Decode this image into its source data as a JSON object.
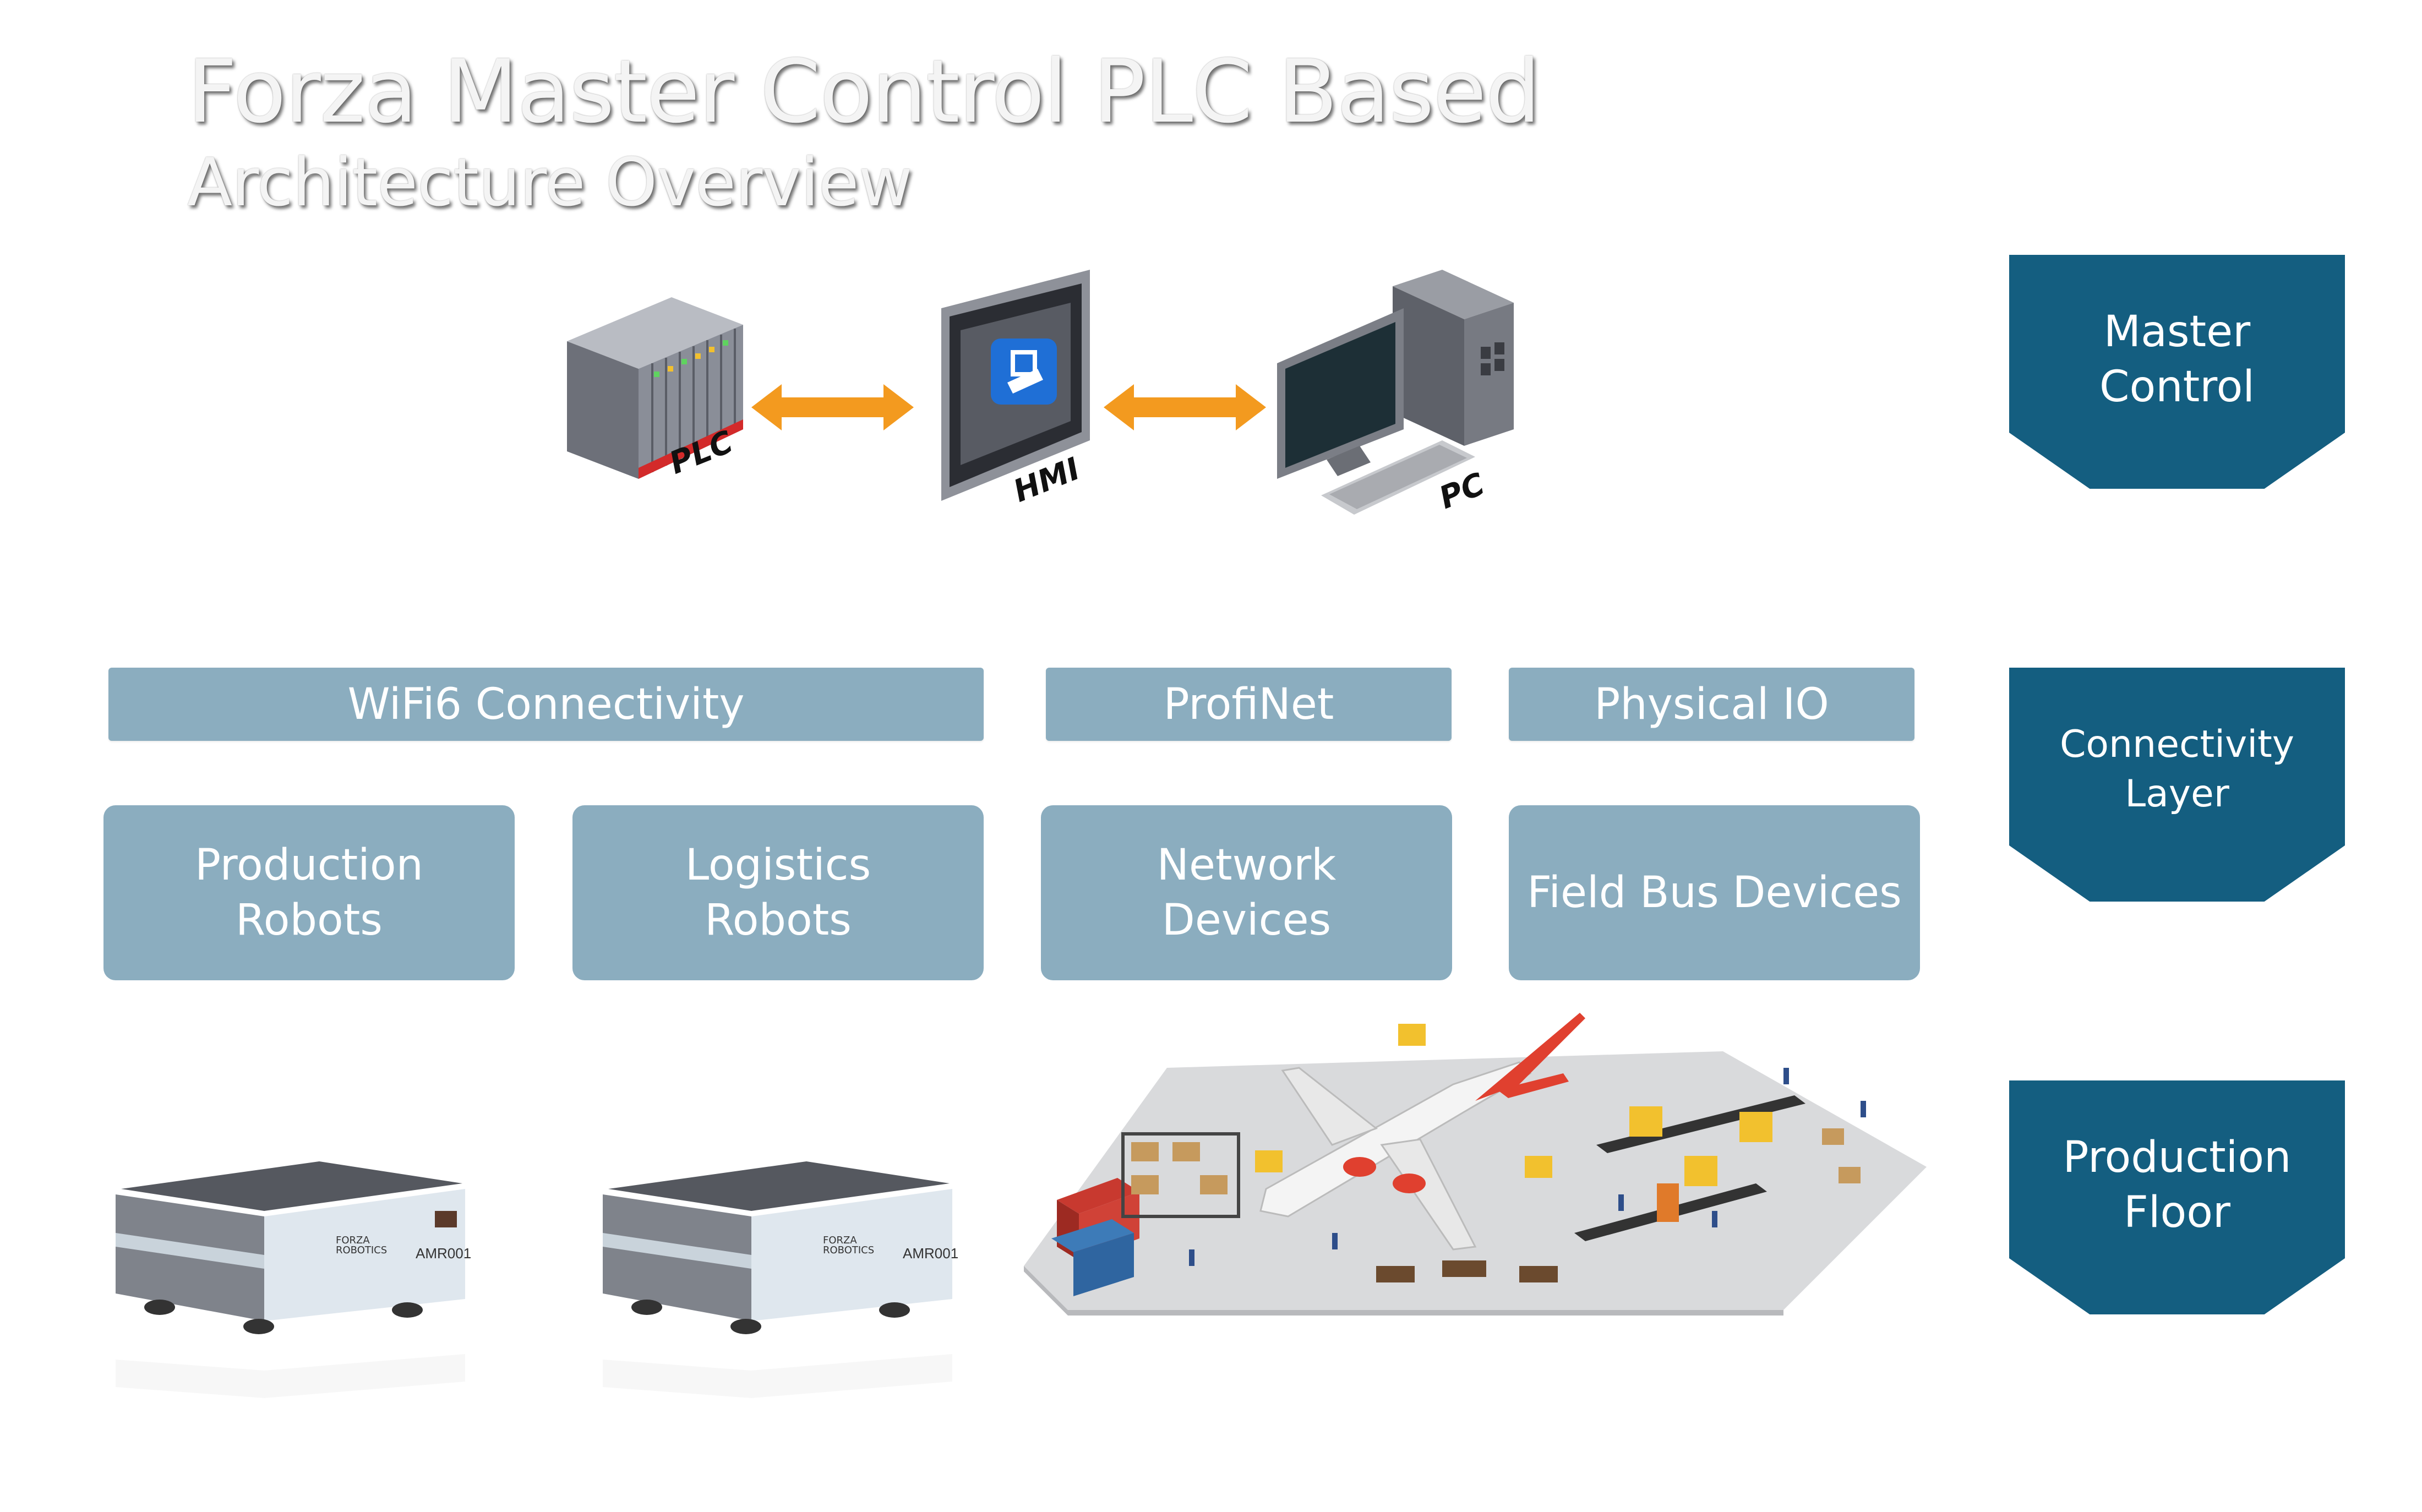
{
  "title": {
    "line1": "Forza Master Control PLC  Based",
    "line2": "Architecture Overview"
  },
  "master_devices": [
    {
      "name": "plc",
      "label": "PLC"
    },
    {
      "name": "hmi",
      "label": "HMI"
    },
    {
      "name": "pc",
      "label": "PC"
    }
  ],
  "connectivity": {
    "wifi": "WiFi6 Connectivity",
    "profinet": "ProfiNet",
    "physical_io": "Physical IO"
  },
  "categories": {
    "production_robots": "Production\nRobots",
    "logistics_robots": "Logistics\nRobots",
    "network_devices": "Network\nDevices",
    "field_bus": "Field Bus Devices"
  },
  "robots": [
    {
      "brand": "FORZA ROBOTICS",
      "id": "AMR001"
    },
    {
      "brand": "FORZA ROBOTICS",
      "id": "AMR001"
    }
  ],
  "layers": {
    "master_control": "Master\nControl",
    "connectivity_layer": "Connectivity\nLayer",
    "production_floor": "Production\nFloor"
  },
  "colors": {
    "box_fill": "#8badbf",
    "layer_fill": "#145e80",
    "arrow": "#f39a1f"
  }
}
